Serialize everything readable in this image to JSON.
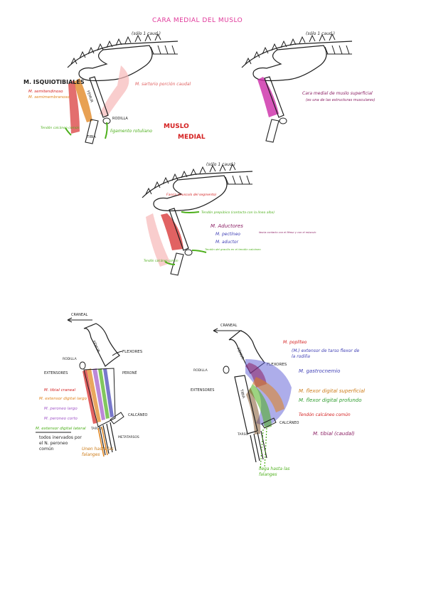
{
  "header": {
    "title": "CARA MEDIAL DEL MUSLO",
    "title_color": "#e0389a"
  },
  "fig1": {
    "spine_note": "(sólo 1 caud.)",
    "group_title": "M. ISQUIOTIBIALES",
    "items": [
      "M. semitendinoso",
      "M. semimembranoso"
    ],
    "sartorio": "M. sartorio porción caudal",
    "rodilla": "RODILLA",
    "tibia": "TIBIA",
    "ligamento": "ligamento rotuliano",
    "tendon": "Tendón calcáneo común"
  },
  "section_title": {
    "line1": "MUSLO",
    "line2": "MEDIAL",
    "color": "#d42020"
  },
  "fig2": {
    "spine_note": "(sólo 1 caud.)",
    "note_line1": "Cara medial de muslo superficial",
    "note_line2": "(es una de las estructuras musculares)"
  },
  "fig3": {
    "spine_note": "(sólo 1 caud.)",
    "tendon_red": "Fascia (musculo del segmento)",
    "tendon_green1": "Tendón prepúbico (contacta con la línea alba)",
    "group": "M. Aductores",
    "items": [
      "M. pectíneo",
      "M. aductor"
    ],
    "side_note": "fascia contacto con el fémur y con el músculo",
    "tendon_green2": "Tendón del gracilis en el tendón calcáneo",
    "tendon_green3": "Tendón calcáneo común"
  },
  "fig4": {
    "craneal": "CRANEAL",
    "femur": "FÉMUR",
    "flexores": "FLEXORES",
    "rodilla": "RODILLA",
    "extensores": "EXTENSORES",
    "perone": "PERONÉ",
    "muscles": [
      "M. tibial craneal",
      "M. extensor digital largo",
      "M. peroneo largo",
      "M. peroneo corto",
      "M. extensor digital lateral"
    ],
    "calcaneo": "CALCÁNEO",
    "tarso": "TARSO",
    "metatarsos": "METATARSOS",
    "innervation": "todos inervados por el N. peroneo común",
    "note": "Unen hasta las falanges"
  },
  "fig5": {
    "craneal": "CRANEAL",
    "femur": "FÉMUR",
    "flexores": "FLEXORES",
    "rodilla": "RODILLA",
    "extensores": "EXTENSORES",
    "tibia": "TIBIA",
    "calcaneo": "CALCÁNEO",
    "tarso": "TARSO",
    "muscles": [
      {
        "label": "M. poplíteo",
        "color": "#d42020"
      },
      {
        "label": "(M.) extensor de tarso flexor de la rodilla",
        "color": "#3f3fb5"
      },
      {
        "label": "M. gastrocnemio",
        "color": "#3f3fb5"
      },
      {
        "label": "M. flexor digital superficial",
        "color": "#cc7a16"
      },
      {
        "label": "M. flexor digital profundo",
        "color": "#2e9c2e"
      },
      {
        "label": "Tendón calcáneo común",
        "color": "#d42020"
      },
      {
        "label": "M. tibial (caudal)",
        "color": "#8a1d62"
      }
    ],
    "note": "llega hasta las falanges"
  },
  "colors": {
    "red": "#d42020",
    "orange": "#e0821a",
    "pink": "#f0a0a0",
    "magenta": "#cc2aa8",
    "green": "#4caf1a",
    "purple": "#8a1d62",
    "blue": "#3f3fb5",
    "brown": "#7a4a1e",
    "ink": "#1f1f1f"
  }
}
